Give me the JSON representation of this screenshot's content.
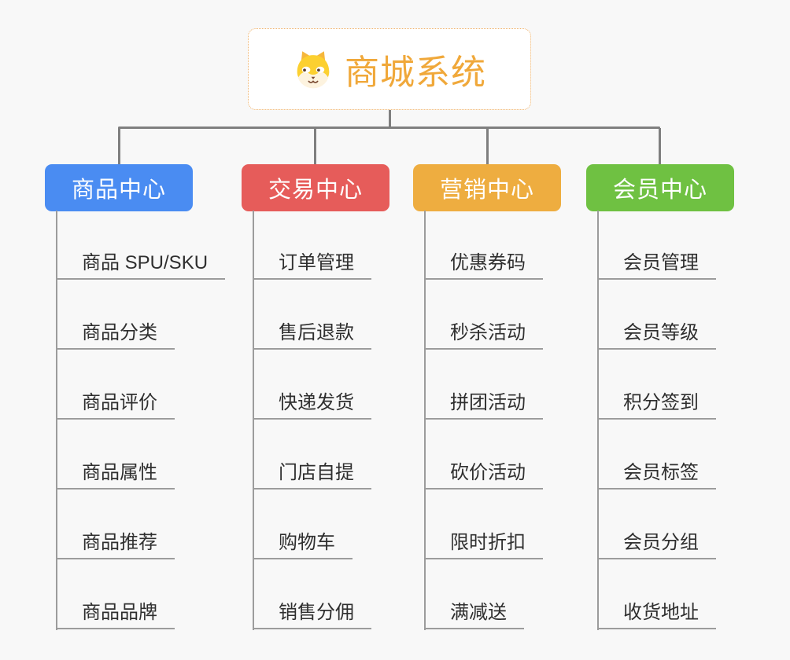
{
  "root": {
    "title": "商城系统",
    "icon": "dog-face-icon",
    "title_color": "#f0a83a",
    "border_color": "#efb168",
    "background": "#ffffff"
  },
  "connector_color": "#7f7f7f",
  "leaf_line_color": "#9c9c9c",
  "branches": [
    {
      "label": "商品中心",
      "color": "#4a8cf2",
      "children": [
        "商品 SPU/SKU",
        "商品分类",
        "商品评价",
        "商品属性",
        "商品推荐",
        "商品品牌"
      ]
    },
    {
      "label": "交易中心",
      "color": "#e65c5a",
      "children": [
        "订单管理",
        "售后退款",
        "快递发货",
        "门店自提",
        "购物车",
        "销售分佣"
      ]
    },
    {
      "label": "营销中心",
      "color": "#eead40",
      "children": [
        "优惠券码",
        "秒杀活动",
        "拼团活动",
        "砍价活动",
        "限时折扣",
        "满减送"
      ]
    },
    {
      "label": "会员中心",
      "color": "#6fc142",
      "children": [
        "会员管理",
        "会员等级",
        "积分签到",
        "会员标签",
        "会员分组",
        "收货地址"
      ]
    }
  ]
}
